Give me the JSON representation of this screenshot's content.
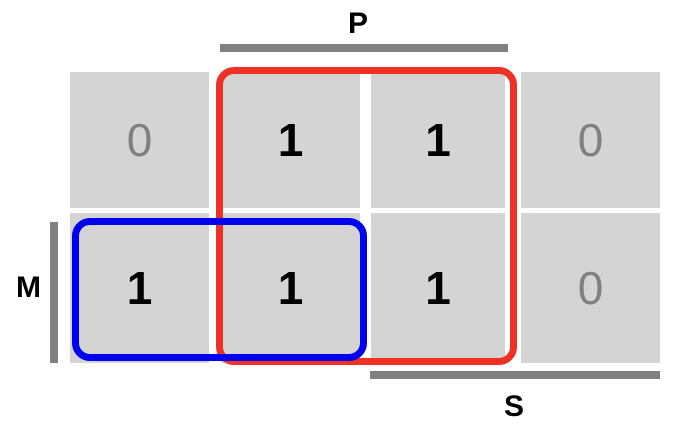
{
  "figure": {
    "type": "grid-diagram",
    "background": "#ffffff",
    "cell_color": "#d4d4d4",
    "on_color": "#000000",
    "off_color": "#808080",
    "bar_color": "#808080"
  },
  "grid": {
    "rows": 2,
    "cols": 4,
    "cells": [
      {
        "row": 0,
        "col": 0,
        "value": "0",
        "state": "off"
      },
      {
        "row": 0,
        "col": 1,
        "value": "1",
        "state": "on"
      },
      {
        "row": 0,
        "col": 2,
        "value": "1",
        "state": "on"
      },
      {
        "row": 0,
        "col": 3,
        "value": "0",
        "state": "off"
      },
      {
        "row": 1,
        "col": 0,
        "value": "1",
        "state": "on"
      },
      {
        "row": 1,
        "col": 1,
        "value": "1",
        "state": "on"
      },
      {
        "row": 1,
        "col": 2,
        "value": "1",
        "state": "on"
      },
      {
        "row": 1,
        "col": 3,
        "value": "0",
        "state": "off"
      }
    ]
  },
  "spans": {
    "p": {
      "label": "P",
      "orientation": "horizontal",
      "position": "top",
      "covers_cols": [
        1,
        2
      ]
    },
    "s": {
      "label": "S",
      "orientation": "horizontal",
      "position": "bottom",
      "covers_cols": [
        2,
        3
      ]
    },
    "m": {
      "label": "M",
      "orientation": "vertical",
      "position": "left",
      "covers_rows": [
        1
      ]
    }
  },
  "highlights": {
    "red": {
      "color": "#ee3124",
      "covers_rows": [
        0,
        1
      ],
      "covers_cols": [
        1,
        2
      ]
    },
    "blue": {
      "color": "#0000ee",
      "covers_rows": [
        1
      ],
      "covers_cols": [
        0,
        1
      ]
    }
  }
}
